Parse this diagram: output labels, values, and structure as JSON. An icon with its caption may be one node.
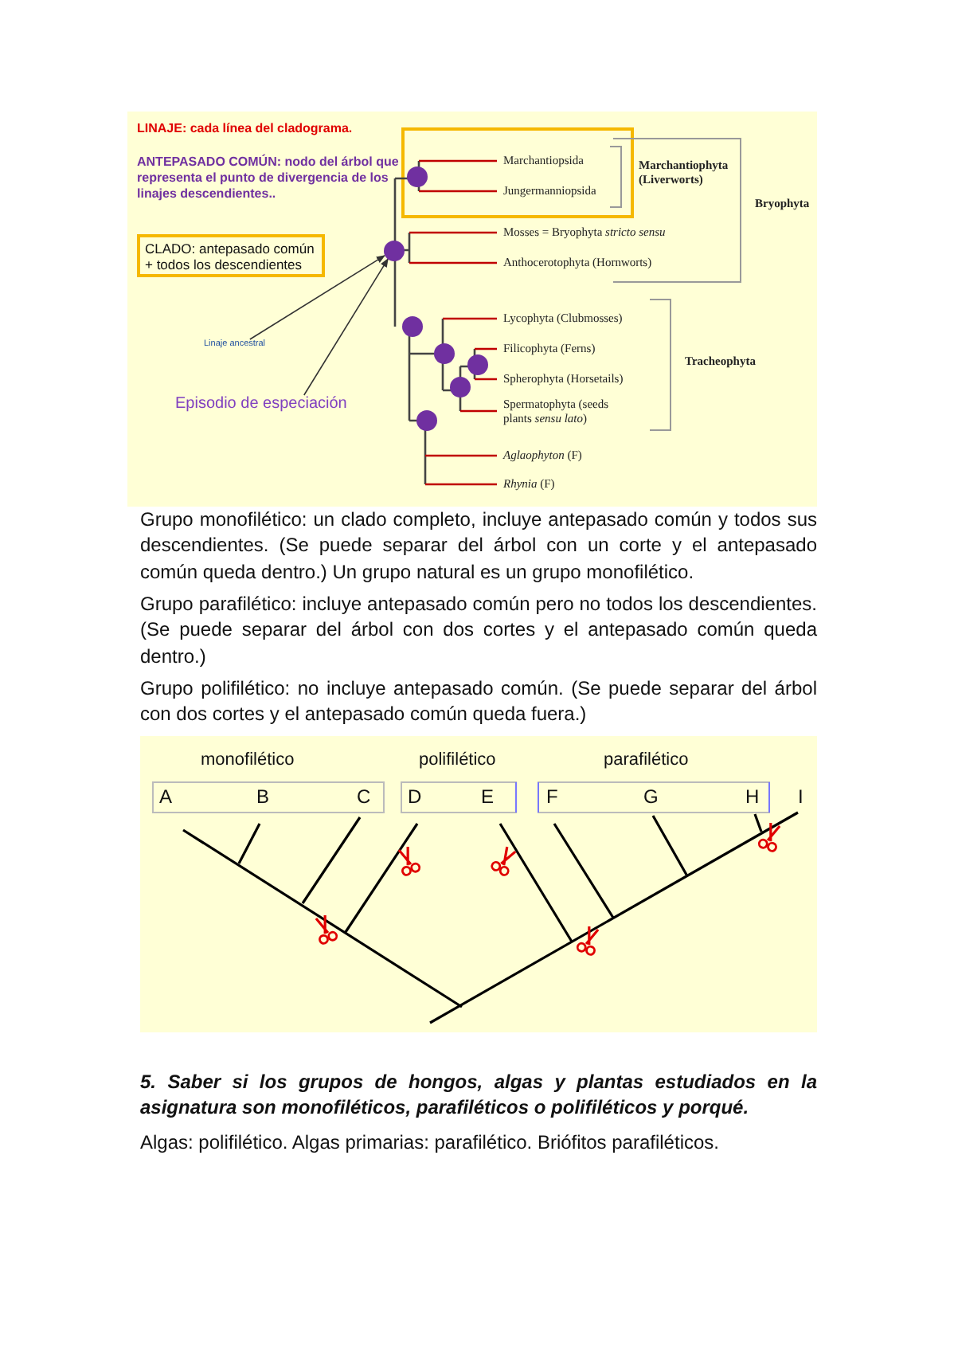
{
  "diagram": {
    "nodes": [
      {
        "text": [
          "CLADO: antepasado común + todos los descendientes"
        ]
      },
      {
        "text": [
          "Linaje ancestral"
        ]
      },
      {
        "text": [
          "Episodio de especiación"
        ]
      },
      {
        "text": [],
        "shape": "circle"
      }
    ],
    "edges": [
      {
        "from": 1,
        "to": 3,
        "arrow": "to"
      },
      {
        "from": 2,
        "to": 3,
        "arrow": "to"
      }
    ],
    "labels": [
      "LINAJE: cada línea del cladograma.",
      "ANTEPASADO COMÚN: nodo del árbol que representa el punto de divergencia de los linajes descendientes..",
      "Marchantiopsida",
      "Jungermanniopsida",
      "Marchantiophyta (Liverworts)",
      "Bryophyta",
      "Mosses = Bryophyta *stricto sensu*",
      "Anthocerotophyta (Hornworts)",
      "Lycophyta (Clubmosses)",
      "Filicophyta (Ferns)",
      "Tracheophyta",
      "Spherophyta (Horsetails)",
      "Spermatophyta (seeds plants *sensu lato*)",
      "*Aglaophyton* (F)",
      "*Rhynia* (F)",
      "Grupo monofilético: un clado completo, incluye antepasado común y todos sus descendientes. (Se puede separar del árbol con un corte y el antepasado común queda dentro.) Un grupo natural es un grupo monofilético.",
      "Grupo parafilético: incluye antepasado común pero no todos los descendientes. (Se puede separar del árbol con dos cortes y el antepasado común queda dentro.)",
      "Grupo polifilético: no incluye antepasado común. (Se puede separar del árbol con dos cortes y el antepasado común queda fuera.)",
      "monofilético",
      "polifilético",
      "parafilético",
      "A",
      "B",
      "C",
      "D",
      "E",
      "F",
      "G",
      "H",
      "I",
      "5. Saber si los grupos de hongos, algas y plantas estudiados en la asignatura son monofiléticos, parafiléticos o polifiléticos y porqué.",
      "Algas: polifilético. Algas primarias: parafilético. Briófitos parafiléticos."
    ]
  }
}
